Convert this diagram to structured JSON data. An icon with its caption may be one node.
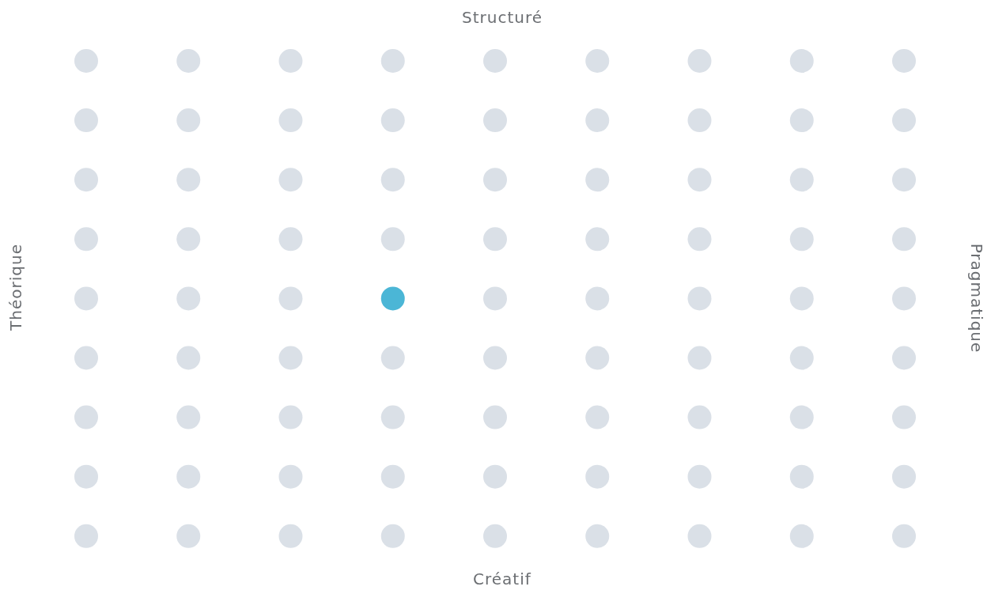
{
  "diagram": {
    "labels": [
      "Structuré",
      "Théorique",
      "Pragmatique",
      "Créatif"
    ]
  }
}
